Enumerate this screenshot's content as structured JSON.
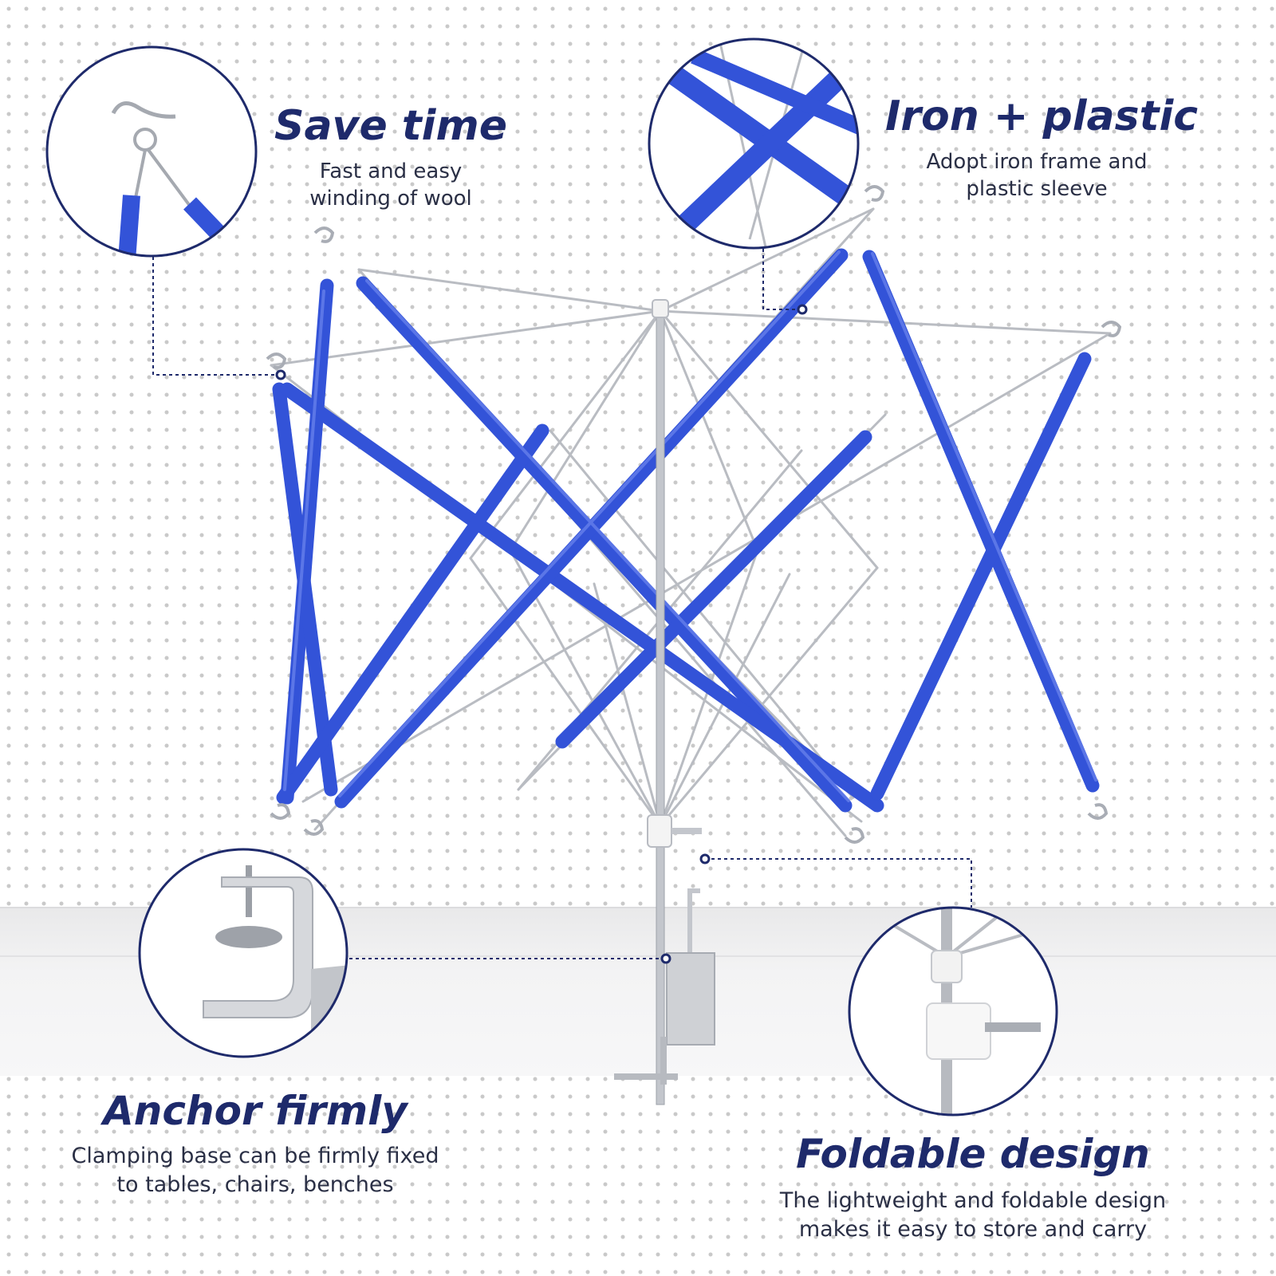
{
  "features": {
    "save_time": {
      "title": "Save time",
      "description": "Fast and easy\nwinding of wool",
      "icon": "hook-closeup-icon"
    },
    "iron_plastic": {
      "title": "Iron + plastic",
      "description": "Adopt iron frame and\nplastic sleeve",
      "icon": "crossed-arms-closeup-icon"
    },
    "anchor_firmly": {
      "title": "Anchor firmly",
      "description": "Clamping base can be firmly fixed\nto tables, chairs, benches",
      "icon": "table-clamp-closeup-icon"
    },
    "foldable_design": {
      "title": "Foldable design",
      "description": "The lightweight and foldable design\nmakes it easy to store and carry",
      "icon": "slider-hub-closeup-icon"
    }
  },
  "colors": {
    "title_navy": "#1e2a6b",
    "plastic_blue": "#3353d8",
    "frame_silver": "#b9bcc2",
    "callout_line": "#1e2a6b"
  }
}
